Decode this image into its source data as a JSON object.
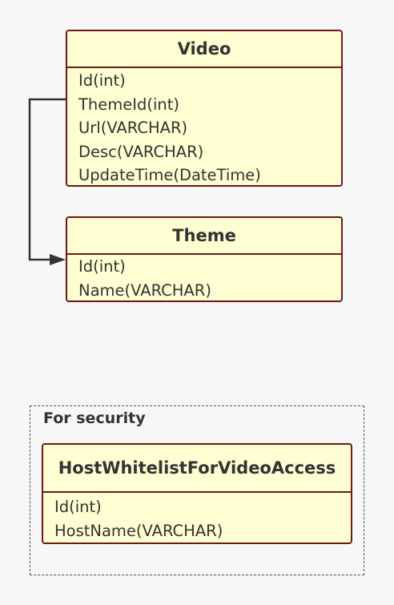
{
  "diagram": {
    "entities": [
      {
        "id": "video",
        "title": "Video",
        "fields": [
          "Id(int)",
          "ThemeId(int)",
          "Url(VARCHAR)",
          "Desc(VARCHAR)",
          "UpdateTime(DateTime)"
        ]
      },
      {
        "id": "theme",
        "title": "Theme",
        "fields": [
          "Id(int)",
          "Name(VARCHAR)"
        ]
      },
      {
        "id": "host",
        "title": "HostWhitelistForVideoAccess",
        "fields": [
          "Id(int)",
          "HostName(VARCHAR)"
        ]
      }
    ],
    "group": {
      "label": "For security"
    },
    "relations": [
      {
        "from": "Video.ThemeId(int)",
        "to": "Theme.Id(int)"
      }
    ],
    "colors": {
      "entity_fill": "#fefed2",
      "entity_border": "#6e1717",
      "arrow": "#333333",
      "group_border": "#555555",
      "background": "#f7f7f7"
    }
  }
}
